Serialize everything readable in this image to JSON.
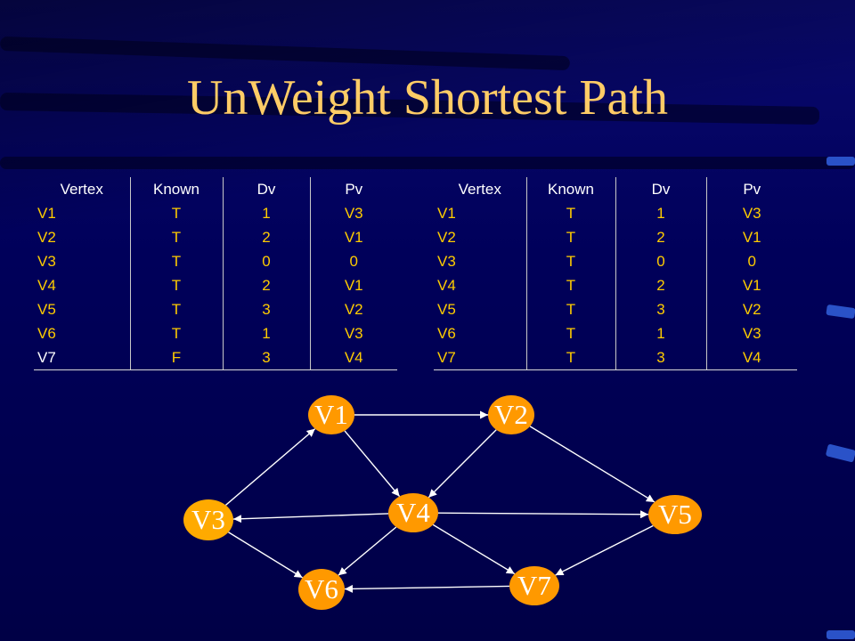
{
  "title": "UnWeight Shortest Path",
  "colors": {
    "background": "#00005a",
    "title": "#ffcc66",
    "cell_text": "#ffcc00",
    "vertex_fill": "#ff9900",
    "v3_label": "#ff6600"
  },
  "headers": [
    "Vertex",
    "Known",
    "Dv",
    "Pv"
  ],
  "table_left": [
    [
      "V1",
      "T",
      "1",
      "V3"
    ],
    [
      "V2",
      "T",
      "2",
      "V1"
    ],
    [
      "V3",
      "T",
      "0",
      "0"
    ],
    [
      "V4",
      "T",
      "2",
      "V1"
    ],
    [
      "V5",
      "T",
      "3",
      "V2"
    ],
    [
      "V6",
      "T",
      "1",
      "V3"
    ],
    [
      "V7",
      "F",
      "3",
      "V4"
    ]
  ],
  "table_right": [
    [
      "V1",
      "T",
      "1",
      "V3"
    ],
    [
      "V2",
      "T",
      "2",
      "V1"
    ],
    [
      "V3",
      "T",
      "0",
      "0"
    ],
    [
      "V4",
      "T",
      "2",
      "V1"
    ],
    [
      "V5",
      "T",
      "3",
      "V2"
    ],
    [
      "V6",
      "T",
      "1",
      "V3"
    ],
    [
      "V7",
      "T",
      "3",
      "V4"
    ]
  ],
  "graph": {
    "nodes": [
      "V1",
      "V2",
      "V3",
      "V4",
      "V5",
      "V6",
      "V7"
    ],
    "edges": [
      [
        "V1",
        "V2"
      ],
      [
        "V1",
        "V4"
      ],
      [
        "V2",
        "V4"
      ],
      [
        "V2",
        "V5"
      ],
      [
        "V3",
        "V1"
      ],
      [
        "V3",
        "V6"
      ],
      [
        "V4",
        "V3"
      ],
      [
        "V4",
        "V5"
      ],
      [
        "V4",
        "V6"
      ],
      [
        "V4",
        "V7"
      ],
      [
        "V5",
        "V7"
      ],
      [
        "V7",
        "V6"
      ]
    ]
  }
}
